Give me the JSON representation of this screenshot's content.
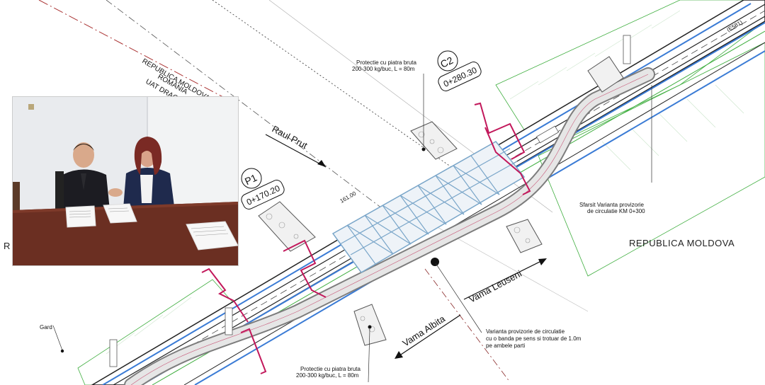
{
  "plan": {
    "country_ro_line1": "REPUBLICA MOLDOVA",
    "country_ro_line2": "ROMÂNIA",
    "uat": "UAT DRAG",
    "river": "Raul Prut",
    "p1_label": "P1",
    "p1_km": "0+170.20",
    "c2_label": "C2",
    "c2_km": "0+280.30",
    "span_length": "161.00",
    "road_code": "(E581)",
    "protection_top_line1": "Protectie cu piatra bruta",
    "protection_top_line2": "200-300 kg/buc, L = 80m",
    "protection_bottom_line1": "Protectie cu piatra bruta",
    "protection_bottom_line2": "200-300 kg/buc, L = 80m",
    "end_variant_line1": "Sfarsit Varianta provizorie",
    "end_variant_line2": "de circulatie KM 0+300",
    "republica_moldova": "REPUBLICA MOLDOVA",
    "left_fragment": "R",
    "fence": "Gard",
    "vama_leuseni": "Vama Leuseni",
    "vama_albita": "Vama Albita",
    "variant_line1": "Varianta provizorie de circulatie",
    "variant_line2": "cu o banda pe sens si trotuar de 1.0m",
    "variant_line3": "pe ambele parti"
  },
  "colors": {
    "road_gray": "#d9d9d9",
    "blue_line": "#3a7bd5",
    "green_line": "#3fae3f",
    "red_marks": "#c2185b",
    "bridge_blue": "#7aa6c9",
    "wall": "#d8d8d4",
    "table": "#6b2f22"
  }
}
